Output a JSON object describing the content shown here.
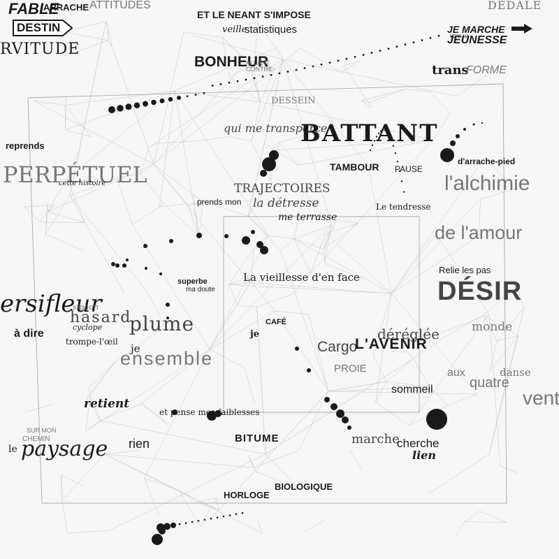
{
  "words": {
    "fable": "FABLE",
    "arrache": "ARRACHE",
    "attitudes": "ATTITUDES",
    "destin_sign": "DESTIN",
    "servitude": "RVITUDE",
    "neant": "ET LE NEANT S'IMPOSE",
    "veille": "veille",
    "statistiques": "statistiques",
    "dedale": "DÉDALE",
    "je_marche": "JE MARCHE",
    "vers_ma": "VERS MA",
    "jeunesse": "JEUNESSE",
    "bonheur": "BONHEUR",
    "allant_contre": "ALLANT CONTRE",
    "transforme_trans": "trans",
    "transforme_forme": "FORME",
    "dessein": "DESSEIN",
    "qui_me": "qui me transperce",
    "battant": "BATTANT",
    "reprends": "reprends",
    "perpetuel": "PERPÉTUEL",
    "cette_histoire": "cette histoire",
    "tambour": "TAMBOUR",
    "pause": "PAUSE",
    "arrache_pied": "d'arrache-pied",
    "alchimie": "l'alchimie",
    "trajectoires": "TRAJECTOIRES",
    "prends_mon": "prends mon",
    "detresse": "la détresse",
    "me_terrasse": "me terrasse",
    "le_tendresse": "Le tendresse",
    "de_lamour": "de l'amour",
    "relie": "Relie les pas",
    "desir": "DÉSIR",
    "superbe": "superbe",
    "ma_doute": "ma doute",
    "vieillesse": "La vieillesse d'en face",
    "persifleur": "ersifleur",
    "siphon": "siphon",
    "hasard": "hasard",
    "cyclope": "cyclope",
    "a_dire": "à dire",
    "trompe": "trompe-l'œil",
    "plume": "plume",
    "je1": "je",
    "ensemble": "ensemble",
    "cafe": "CAFÉ",
    "je2": "je",
    "cargo": "Cargo",
    "lavenir": "L'AVENIR",
    "deregle": "déréglée",
    "proie": "PROIE",
    "monde": "monde",
    "aux": "aux",
    "quatre": "quatre",
    "danse": "danse",
    "vent": "vent",
    "sommeil": "sommeil",
    "retient": "retient",
    "et_pense": "et pense mes faiblesses",
    "sur_mon": "SUR MON",
    "chemin": "CHEMIN",
    "le": "le",
    "paysage": "paysage",
    "rien": "rien",
    "bitume": "BITUME",
    "marche": "marche",
    "cherche": "cherche",
    "lien": "lien",
    "horloge": "HORLOGE",
    "biologique": "BIOLOGIQUE"
  },
  "colors": {
    "ink": "#1a1a1a",
    "web": "#9a9a9a",
    "paper": "#f6f6f6"
  }
}
